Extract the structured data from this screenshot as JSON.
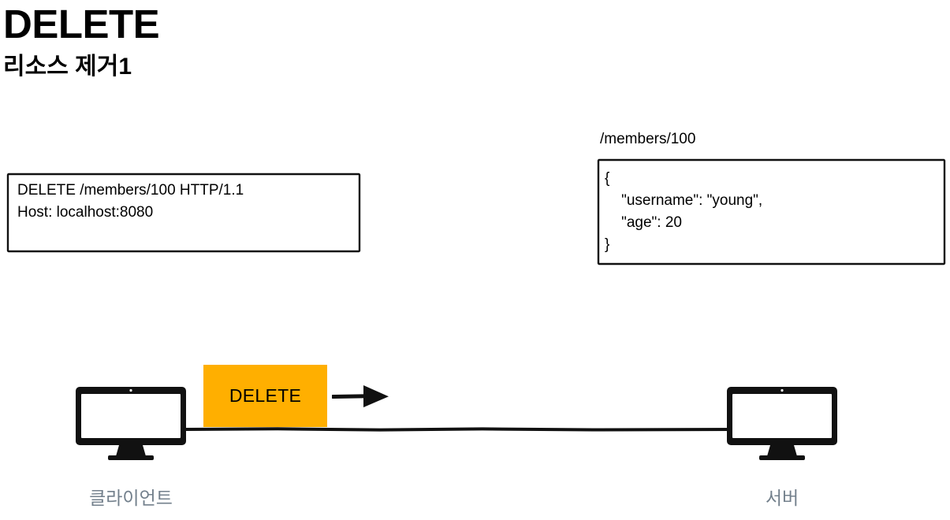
{
  "page": {
    "title": "DELETE",
    "subtitle": "리소스 제거1"
  },
  "request_box": {
    "lines_text": "DELETE /members/100 HTTP/1.1\nHost: localhost:8080",
    "line1": "DELETE /members/100 HTTP/1.1",
    "line2": "Host: localhost:8080"
  },
  "resource": {
    "path_label": "/members/100",
    "json_text": "{\n    \"username\": \"young\",\n    \"age\": 20\n}"
  },
  "flow": {
    "method_badge": "DELETE",
    "arrow_icon": "arrow-right-icon"
  },
  "nodes": {
    "client_label": "클라이언트",
    "server_label": "서버",
    "client_icon": "desktop-monitor-icon",
    "server_icon": "desktop-monitor-icon"
  },
  "colors": {
    "accent_orange": "#ffaf00",
    "ink": "#000000",
    "label_gray": "#73808c"
  }
}
